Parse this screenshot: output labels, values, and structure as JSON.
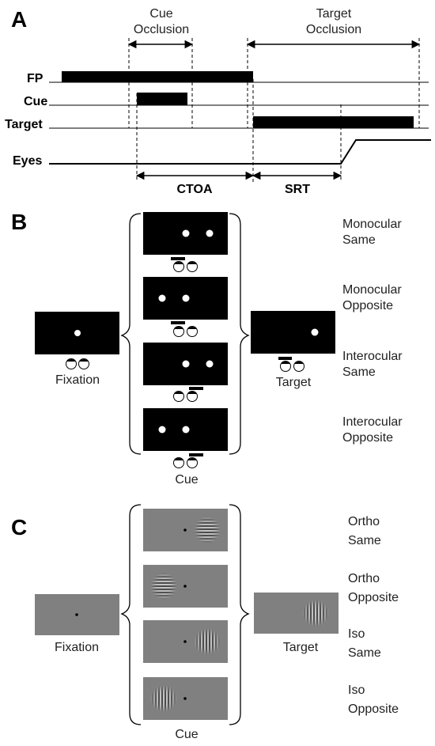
{
  "panel_a": {
    "letter": "A",
    "cue_occlusion": [
      "Cue",
      "Occlusion"
    ],
    "target_occlusion": [
      "Target",
      "Occlusion"
    ],
    "rows": [
      "FP",
      "Cue",
      "Target",
      "Eyes"
    ],
    "ctoa": "CTOA",
    "srt": "SRT"
  },
  "panel_b": {
    "letter": "B",
    "fixation": "Fixation",
    "target": "Target",
    "cue": "Cue",
    "conditions": [
      [
        "Monocular",
        "Same"
      ],
      [
        "Monocular",
        "Opposite"
      ],
      [
        "Interocular",
        "Same"
      ],
      [
        "Interocular",
        "Opposite"
      ]
    ]
  },
  "panel_c": {
    "letter": "C",
    "fixation": "Fixation",
    "target": "Target",
    "cue": "Cue",
    "conditions": [
      [
        "Ortho",
        "Same"
      ],
      [
        "Ortho",
        "Opposite"
      ],
      [
        "Iso",
        "Same"
      ],
      [
        "Iso",
        "Opposite"
      ]
    ]
  }
}
